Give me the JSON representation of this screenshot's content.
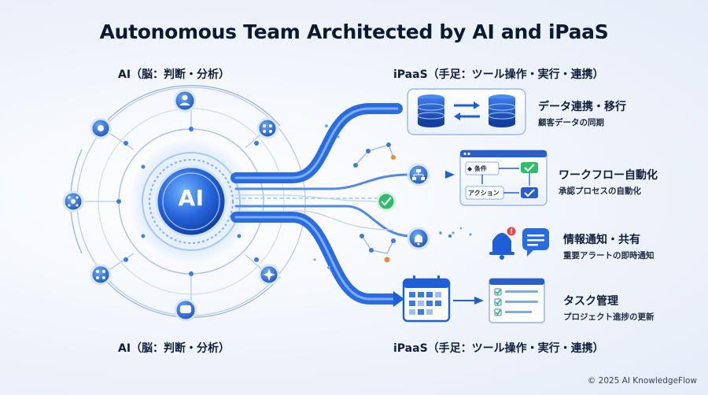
{
  "title": "Autonomous Team Architected by AI and iPaaS",
  "ai_label_top": "AI（脳：判断・分析）",
  "ai_label_bottom": "AI（脳：判断・分析）",
  "ipaas_label_top": "iPaaS（手足：ツール操作・実行・連携）",
  "ipaas_label_bottom": "iPaaS（手足：ツール操作・実行・連携）",
  "ai_core": "AI",
  "features": [
    {
      "title": "データ連携・移行",
      "subtitle": "顧客データの同期",
      "icon": "database-sync-icon"
    },
    {
      "title": "ワークフロー自動化",
      "subtitle": "承認プロセスの自動化",
      "icon": "workflow-window-icon"
    },
    {
      "title": "情報通知・共有",
      "subtitle": "重要アラートの即時通知",
      "icon": "bell-chat-icon"
    },
    {
      "title": "タスク管理",
      "subtitle": "プロジェクト進捗の更新",
      "icon": "task-checklist-icon"
    }
  ],
  "workflow_window": {
    "condition_label": "◆ 条件",
    "action_label": "アクション"
  },
  "footer": "© 2025 AI KnowledgeFlow",
  "colors": {
    "primary": "#1f5fd6",
    "accent_light": "#5fa8ff",
    "check_green": "#2ebd6b",
    "alert_red": "#e5484d"
  }
}
